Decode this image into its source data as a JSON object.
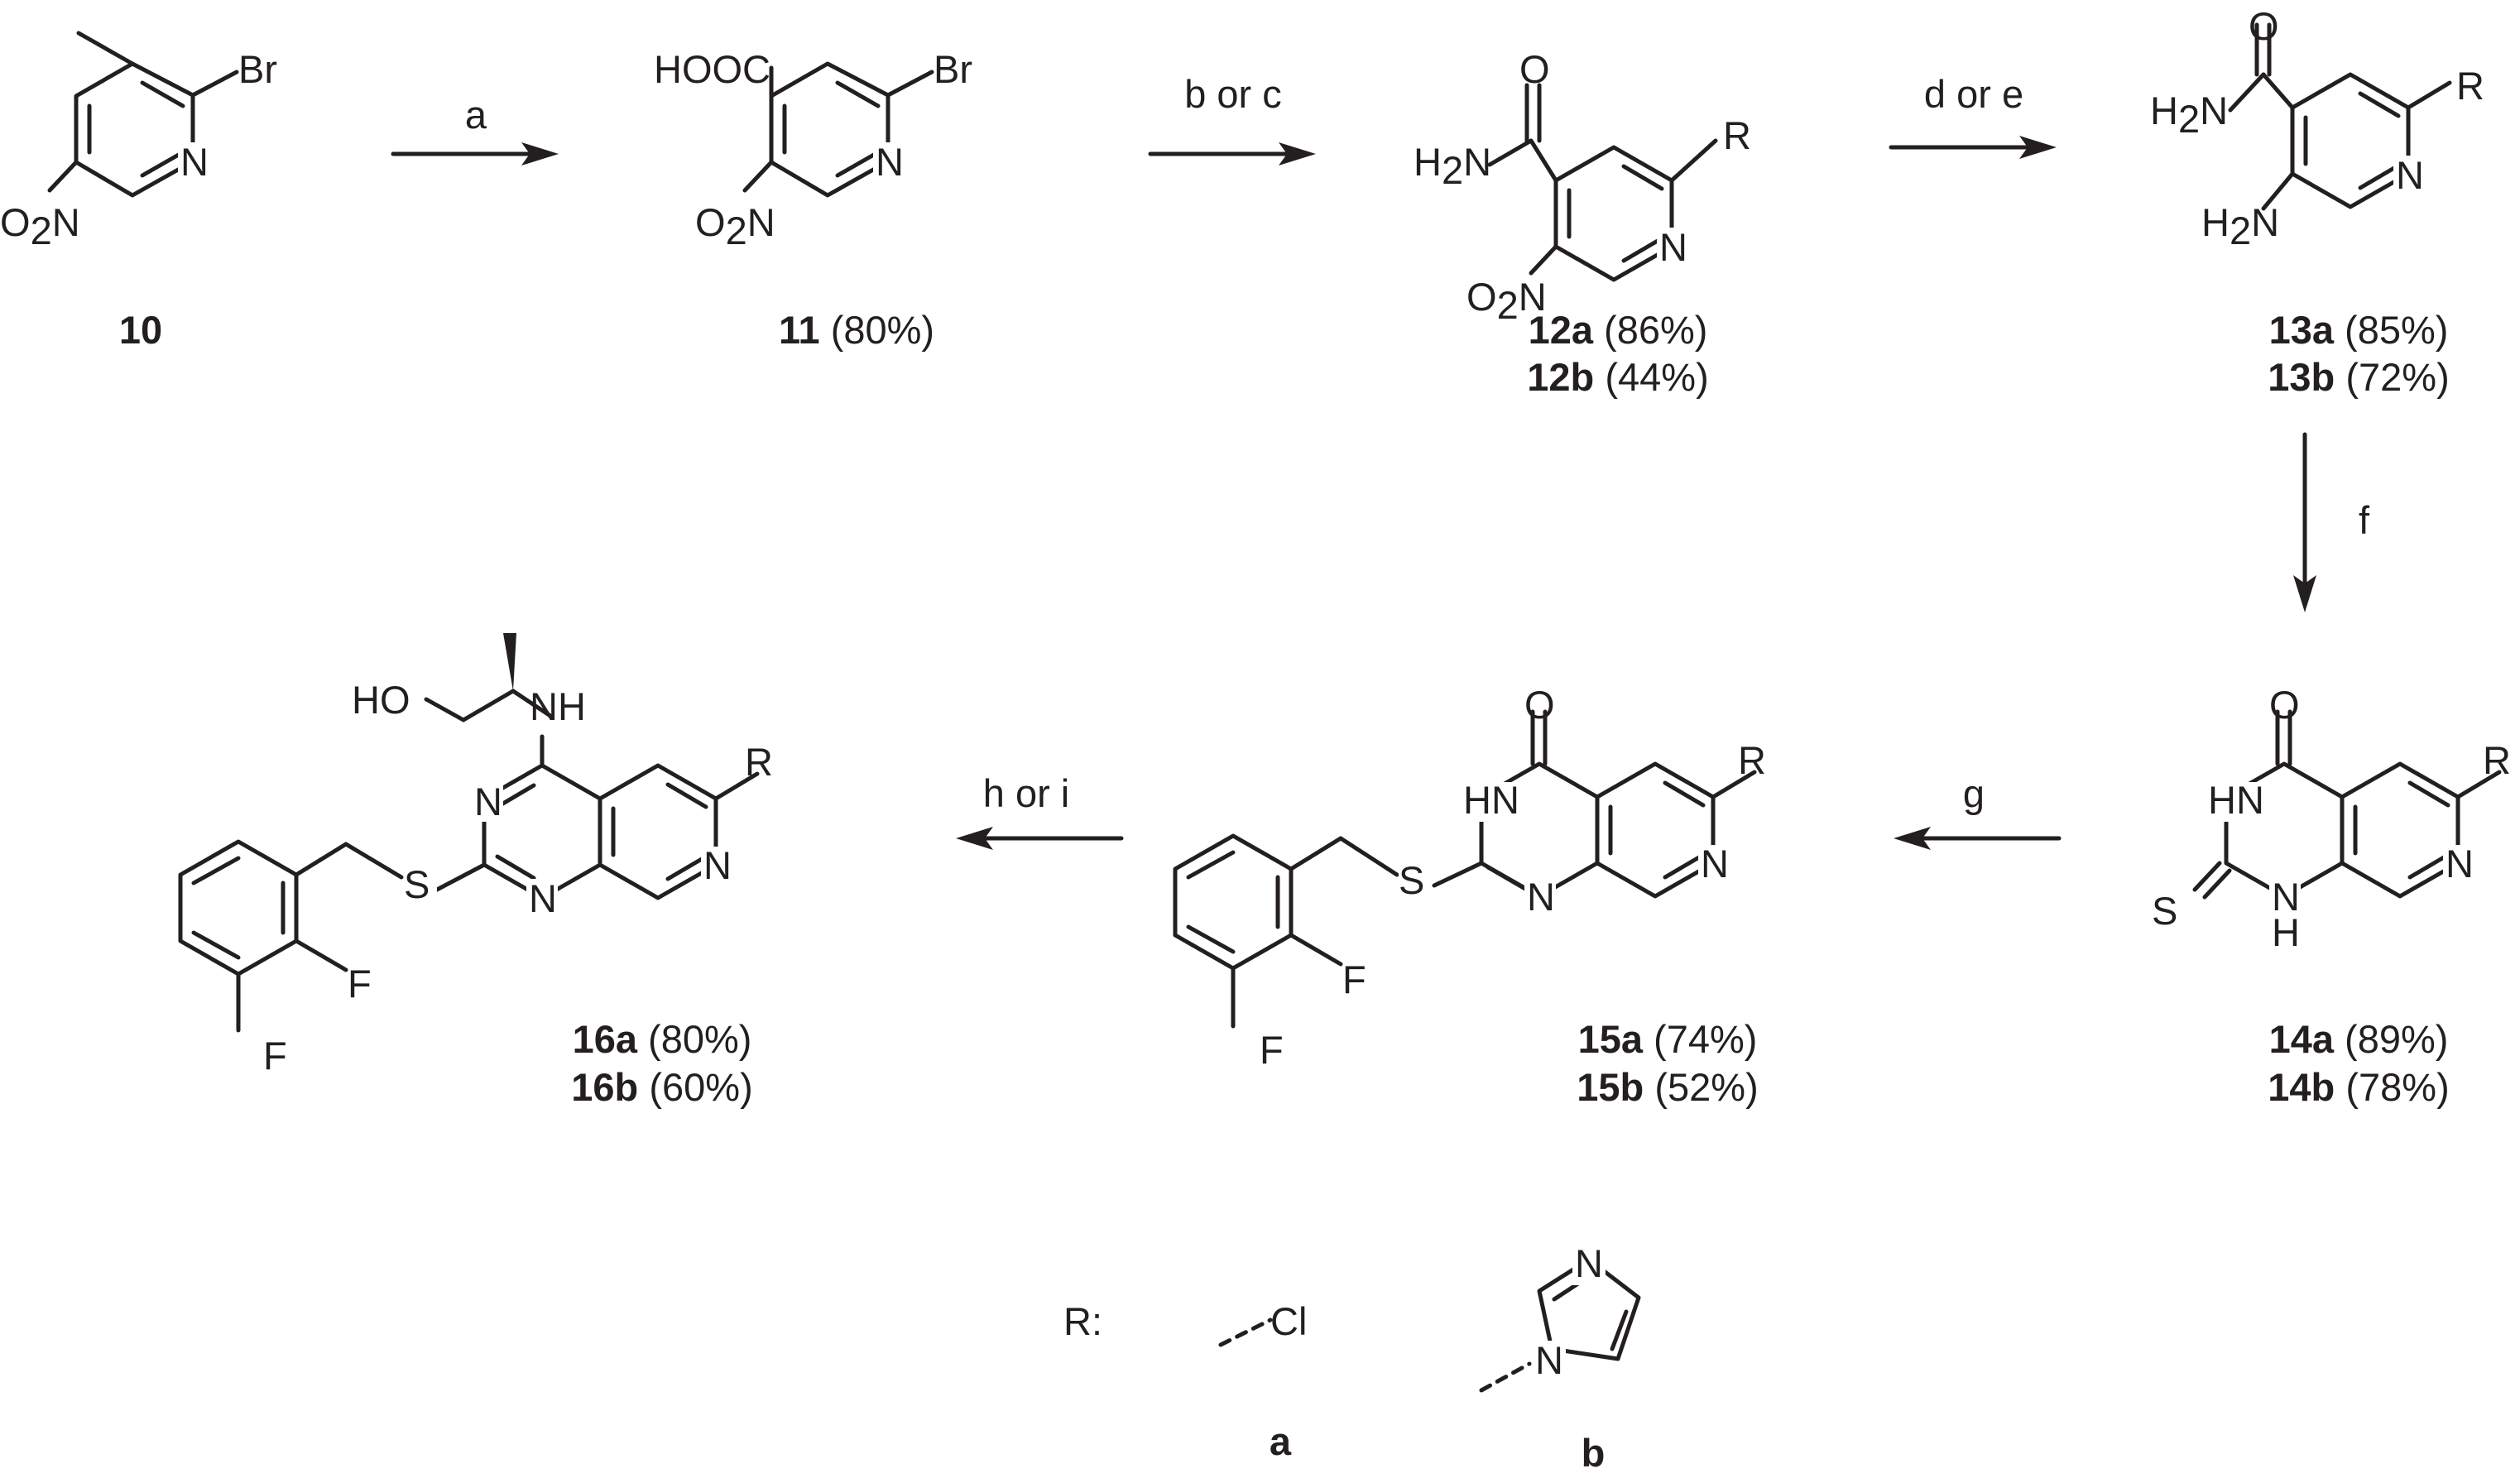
{
  "atoms": {
    "br": "Br",
    "n": "N",
    "no2": "O",
    "no2_sub": "2",
    "no2_n": "N",
    "hooc": "HOOC",
    "o": "O",
    "h2n": "H",
    "h2n_sub": "2",
    "h2n_n": "N",
    "r": "R",
    "hn": "HN",
    "nh": "NH",
    "s": "S",
    "h": "H",
    "f": "F",
    "ho": "HO",
    "cl": "Cl"
  },
  "reagents": {
    "a": "a",
    "b_or_c": "b or c",
    "d_or_e": "d or e",
    "f": "f",
    "g": "g",
    "h_or_i": "h or i"
  },
  "compounds": {
    "c10": {
      "id": "10"
    },
    "c11": {
      "id": "11",
      "yield": "(80%)"
    },
    "c12a": {
      "id": "12a",
      "yield": "(86%)"
    },
    "c12b": {
      "id": "12b",
      "yield": "(44%)"
    },
    "c13a": {
      "id": "13a",
      "yield": "(85%)"
    },
    "c13b": {
      "id": "13b",
      "yield": "(72%)"
    },
    "c14a": {
      "id": "14a",
      "yield": "(89%)"
    },
    "c14b": {
      "id": "14b",
      "yield": "(78%)"
    },
    "c15a": {
      "id": "15a",
      "yield": "(74%)"
    },
    "c15b": {
      "id": "15b",
      "yield": "(52%)"
    },
    "c16a": {
      "id": "16a",
      "yield": "(80%)"
    },
    "c16b": {
      "id": "16b",
      "yield": "(60%)"
    }
  },
  "legend": {
    "r_label": "R:",
    "a_label": "a",
    "b_label": "b"
  }
}
